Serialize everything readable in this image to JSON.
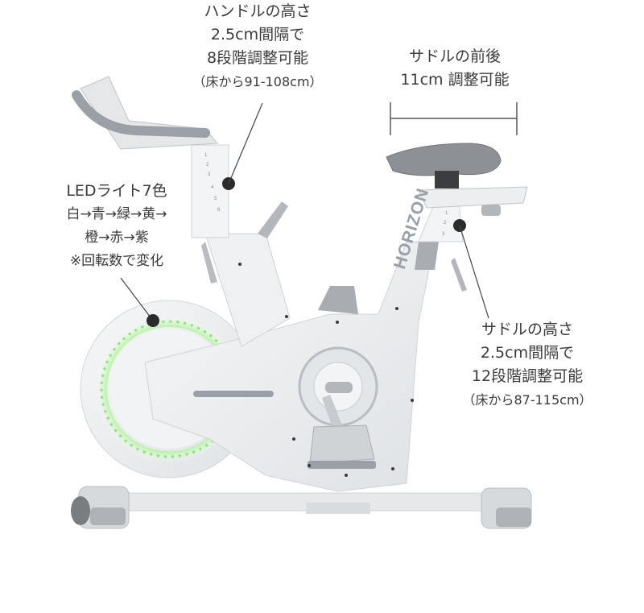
{
  "annotations": {
    "handle_height": {
      "lines": [
        "ハンドルの高さ",
        "2.5cm間隔で",
        "8段階調整可能",
        "（床から91-108cm）"
      ]
    },
    "saddle_fore_aft": {
      "lines": [
        "サドルの前後",
        "11cm 調整可能"
      ]
    },
    "led_light": {
      "lines": [
        "LEDライト7色",
        "白→青→緑→黄→",
        "橙→赤→紫",
        "※回転数で変化"
      ]
    },
    "saddle_height": {
      "lines": [
        "サドルの高さ",
        "2.5cm間隔で",
        "12段階調整可能",
        "（床から87-115cm）"
      ]
    }
  },
  "bike": {
    "brand": "HORIZON",
    "handle_scale_ticks": [
      "1",
      "2",
      "3",
      "4",
      "5",
      "6"
    ],
    "saddle_scale_ticks": [
      "1",
      "2",
      "3"
    ],
    "colors": {
      "frame": "#eceef0",
      "frame_shadow": "#c9cdd1",
      "accent_gray": "#9aa0a6",
      "led_green": "#7ee36a",
      "marker": "#2b2b2b"
    }
  }
}
